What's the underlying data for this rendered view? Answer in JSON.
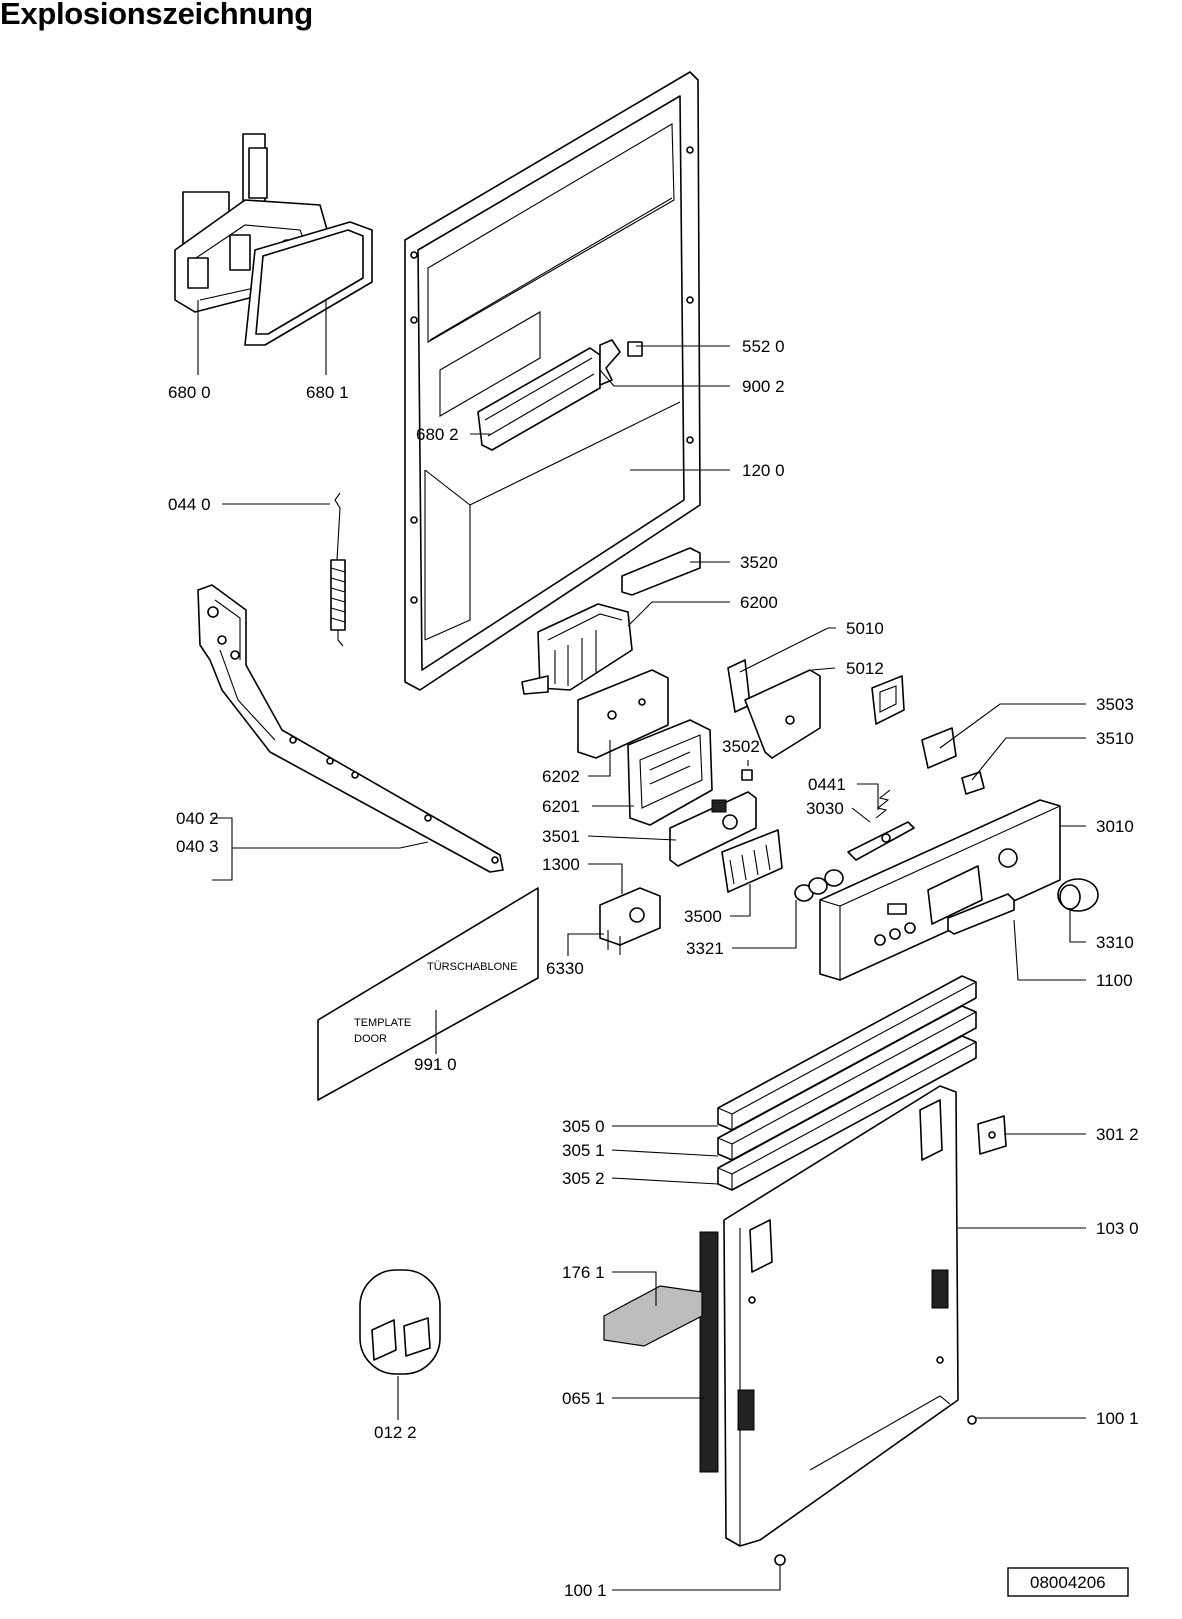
{
  "title": "Explosionszeichnung",
  "document_number": "08004206",
  "template_text": {
    "line1": "TÜRSCHABLONE",
    "line2": "TEMPLATE",
    "line3": "DOOR"
  },
  "callouts": [
    {
      "id": "c-6800",
      "text": "680 0"
    },
    {
      "id": "c-6801",
      "text": "680 1"
    },
    {
      "id": "c-5520",
      "text": "552 0"
    },
    {
      "id": "c-9002",
      "text": "900 2"
    },
    {
      "id": "c-6802",
      "text": "680 2"
    },
    {
      "id": "c-1200",
      "text": "120 0"
    },
    {
      "id": "c-0440",
      "text": "044 0"
    },
    {
      "id": "c-3520",
      "text": "3520"
    },
    {
      "id": "c-6200",
      "text": "6200"
    },
    {
      "id": "c-5010",
      "text": "5010"
    },
    {
      "id": "c-5012",
      "text": "5012"
    },
    {
      "id": "c-3503",
      "text": "3503"
    },
    {
      "id": "c-3510",
      "text": "3510"
    },
    {
      "id": "c-3502",
      "text": "3502"
    },
    {
      "id": "c-6202",
      "text": "6202"
    },
    {
      "id": "c-0441",
      "text": "0441"
    },
    {
      "id": "c-0402",
      "text": "040 2"
    },
    {
      "id": "c-0403",
      "text": "040 3"
    },
    {
      "id": "c-6201",
      "text": "6201"
    },
    {
      "id": "c-3030",
      "text": "3030"
    },
    {
      "id": "c-3010",
      "text": "3010"
    },
    {
      "id": "c-3501",
      "text": "3501"
    },
    {
      "id": "c-1300",
      "text": "1300"
    },
    {
      "id": "c-3500",
      "text": "3500"
    },
    {
      "id": "c-3310",
      "text": "3310"
    },
    {
      "id": "c-3321",
      "text": "3321"
    },
    {
      "id": "c-6330",
      "text": "6330"
    },
    {
      "id": "c-1100",
      "text": "1100"
    },
    {
      "id": "c-9910",
      "text": "991 0"
    },
    {
      "id": "c-3050",
      "text": "305 0"
    },
    {
      "id": "c-3051",
      "text": "305 1"
    },
    {
      "id": "c-3052",
      "text": "305 2"
    },
    {
      "id": "c-3012",
      "text": "301 2"
    },
    {
      "id": "c-1030",
      "text": "103 0"
    },
    {
      "id": "c-1761",
      "text": "176 1"
    },
    {
      "id": "c-0651",
      "text": "065 1"
    },
    {
      "id": "c-0122",
      "text": "012 2"
    },
    {
      "id": "c-1001a",
      "text": "100 1"
    },
    {
      "id": "c-1001b",
      "text": "100 1"
    }
  ]
}
